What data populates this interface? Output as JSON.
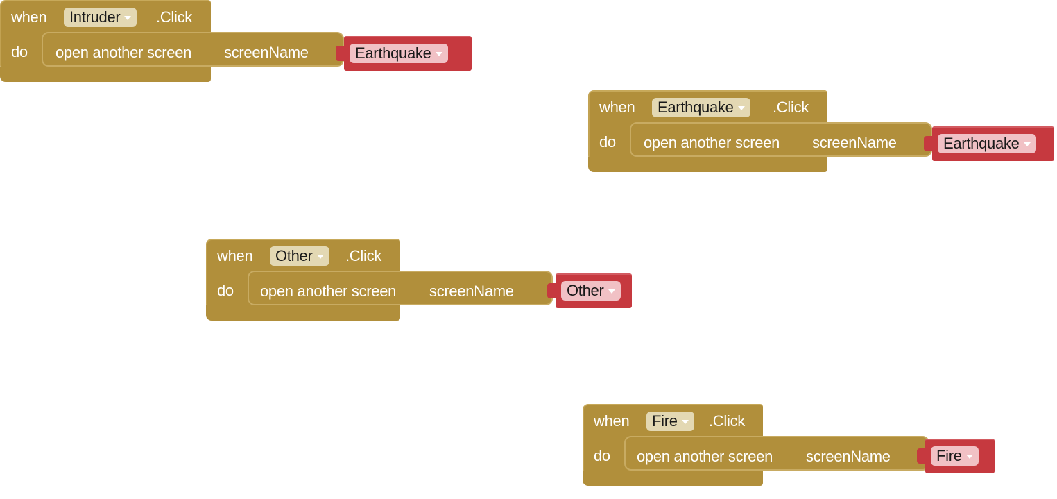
{
  "blocks": [
    {
      "when_label": "when",
      "component": "Intruder",
      "event": ".Click",
      "do_label": "do",
      "command": "open another screen",
      "param": "screenName",
      "screen": "Earthquake"
    },
    {
      "when_label": "when",
      "component": "Earthquake",
      "event": ".Click",
      "do_label": "do",
      "command": "open another screen",
      "param": "screenName",
      "screen": "Earthquake"
    },
    {
      "when_label": "when",
      "component": "Other",
      "event": ".Click",
      "do_label": "do",
      "command": "open another screen",
      "param": "screenName",
      "screen": "Other"
    },
    {
      "when_label": "when",
      "component": "Fire",
      "event": ".Click",
      "do_label": "do",
      "command": "open another screen",
      "param": "screenName",
      "screen": "Fire"
    }
  ],
  "colors": {
    "control_block": "#b18f3b",
    "text_block": "#c6393f",
    "component_dropdown": "#e3d8b3",
    "screen_dropdown": "#f1c1c5"
  }
}
